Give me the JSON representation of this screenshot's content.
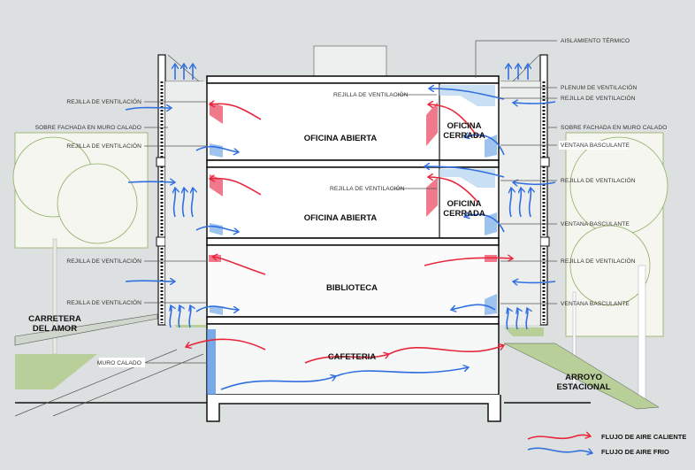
{
  "labels_left": [
    "REJILLA DE VENTILACIÓN",
    "SOBRE FACHADA EN MURO CALADO",
    "REJILLA DE VENTILACIÓN",
    "REJILLA DE VENTILACIÓN",
    "REJILLA DE VENTILACIÓN",
    "MURO CALADO"
  ],
  "labels_right": [
    "AISLAMIENTO TÉRMICO",
    "PLENUM DE VENTILACIÓN",
    "REJILLA DE VENTILACIÓN",
    "SOBRE FACHADA EN MURO CALADO",
    "VENTANA BASCULANTE",
    "REJILLA DE VENTILACIÓN",
    "VENTANA BASCULANTE",
    "REJILLA DE VENTILACIÓN",
    "VENTANA BASCULANTE"
  ],
  "labels_center": [
    "REJILLA DE VENTILACIÓN",
    "REJILLA DE VENTILACIÓN"
  ],
  "rooms": {
    "office_open_1": "OFICINA ABIERTA",
    "office_closed_1": [
      "OFICINA",
      "CERRADA"
    ],
    "office_open_2": "OFICINA ABIERTA",
    "office_closed_2": [
      "OFICINA",
      "CERRADA"
    ],
    "library": "BIBLIOTECA",
    "cafeteria": "CAFETERIA"
  },
  "site": {
    "road": [
      "CARRETERA",
      "DEL AMOR"
    ],
    "stream": [
      "ARROYO",
      "ESTACIONAL"
    ]
  },
  "legend": {
    "hot": {
      "label": "FLUJO DE AIRE CALIENTE",
      "color": "#e8263c"
    },
    "cold": {
      "label": "FLUJO DE AIRE FRIO",
      "color": "#2f6fe0"
    }
  }
}
